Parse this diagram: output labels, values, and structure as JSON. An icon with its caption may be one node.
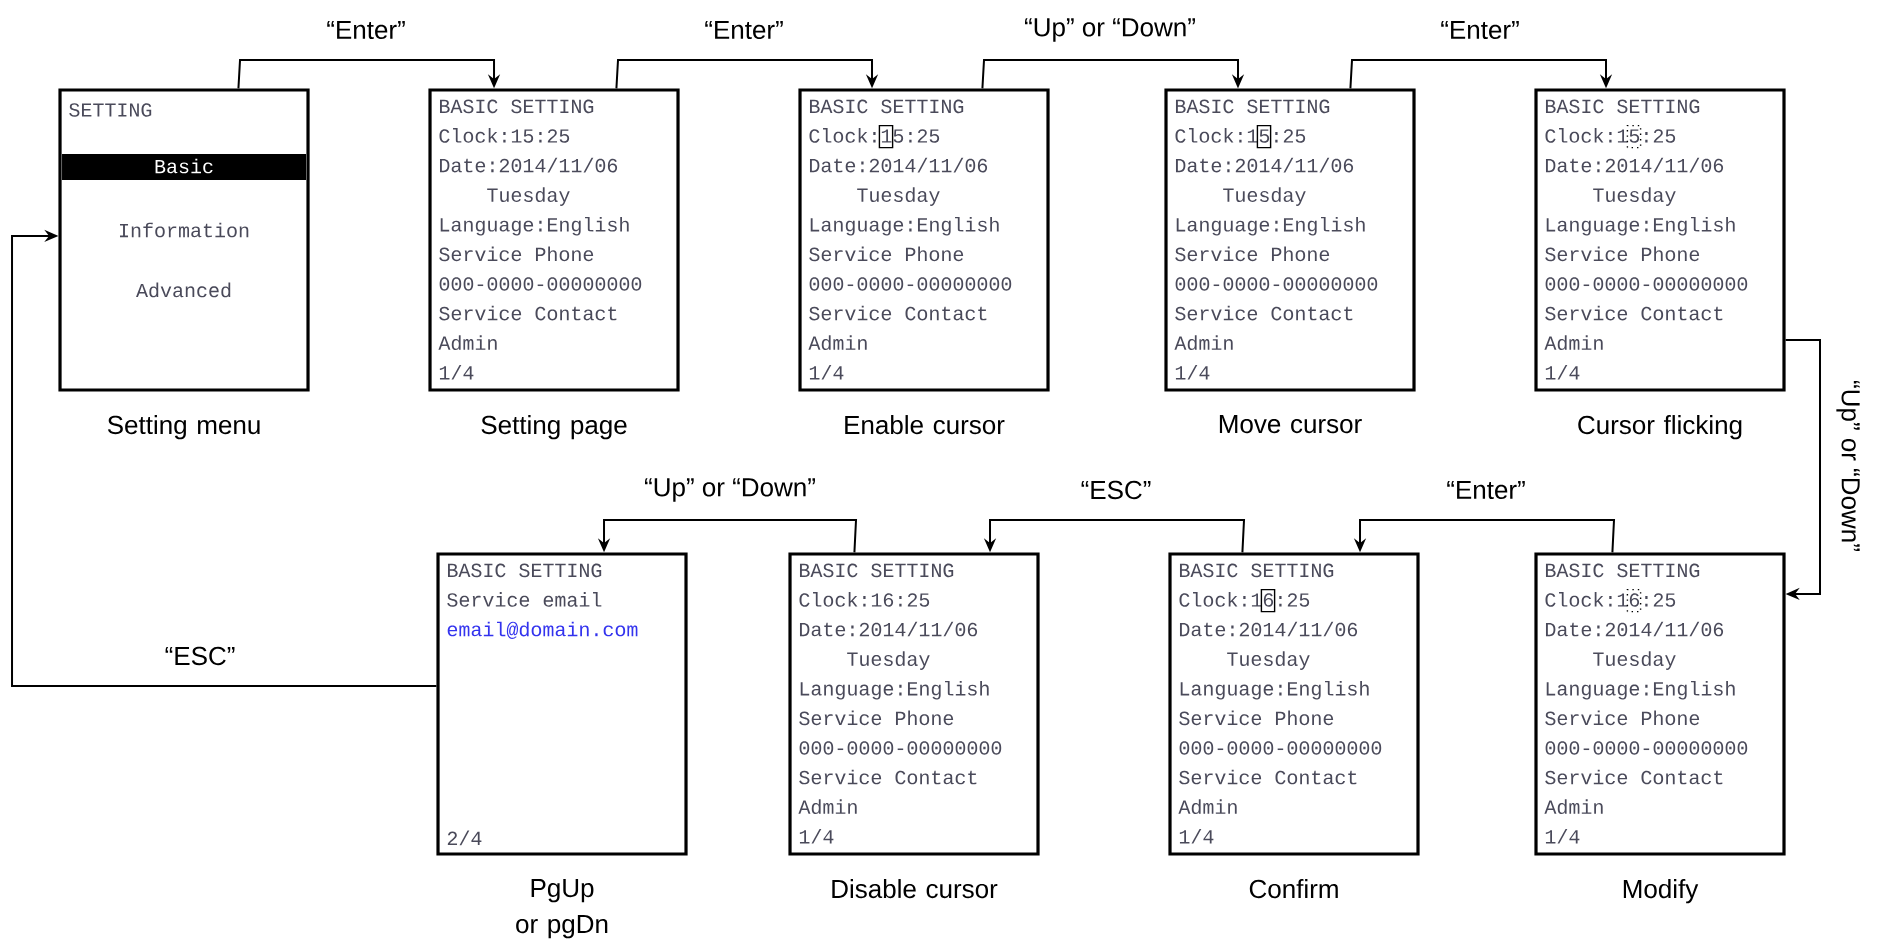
{
  "diagram": {
    "nodes": [
      {
        "text": [
          "SETTING",
          "Basic",
          "Information",
          "Advanced"
        ],
        "beside": [
          "Setting menu"
        ]
      },
      {
        "text": [
          "BASIC SETTING",
          "Clock:15:25",
          "Date:2014/11/06",
          "Tuesday",
          "Language:English",
          "Service Phone",
          "000-0000-00000000",
          "Service Contact",
          "Admin",
          "1/4"
        ],
        "beside": [
          "Setting page"
        ]
      },
      {
        "text": [
          "BASIC SETTING",
          "Clock:15:25",
          "Date:2014/11/06",
          "Tuesday",
          "Language:English",
          "Service Phone",
          "000-0000-00000000",
          "Service Contact",
          "Admin",
          "1/4"
        ],
        "beside": [
          "Enable cursor"
        ]
      },
      {
        "text": [
          "BASIC SETTING",
          "Clock:15:25",
          "Date:2014/11/06",
          "Tuesday",
          "Language:English",
          "Service Phone",
          "000-0000-00000000",
          "Service Contact",
          "Admin",
          "1/4"
        ],
        "beside": [
          "Move cursor"
        ]
      },
      {
        "text": [
          "BASIC SETTING",
          "Clock:15:25",
          "Date:2014/11/06",
          "Tuesday",
          "Language:English",
          "Service Phone",
          "000-0000-00000000",
          "Service Contact",
          "Admin",
          "1/4"
        ],
        "beside": [
          "Cursor flicking"
        ]
      },
      {
        "text": [
          "BASIC SETTING",
          "Service email",
          "email@domain.com",
          "2/4"
        ],
        "beside": [
          "PgUp or pgDn"
        ]
      },
      {
        "text": [
          "BASIC SETTING",
          "Clock:16:25",
          "Date:2014/11/06",
          "Tuesday",
          "Language:English",
          "Service Phone",
          "000-0000-00000000",
          "Service Contact",
          "Admin",
          "1/4"
        ],
        "beside": [
          "Disable cursor"
        ]
      },
      {
        "text": [
          "BASIC SETTING",
          "Clock:16:25",
          "Date:2014/11/06",
          "Tuesday",
          "Language:English",
          "Service Phone",
          "000-0000-00000000",
          "Service Contact",
          "Admin",
          "1/4"
        ],
        "beside": [
          "Confirm"
        ]
      },
      {
        "text": [
          "BASIC SETTING",
          "Clock:16:25",
          "Date:2014/11/06",
          "Tuesday",
          "Language:English",
          "Service Phone",
          "000-0000-00000000",
          "Service Contact",
          "Admin",
          "1/4"
        ],
        "beside": [
          "Modify"
        ]
      }
    ],
    "edges": [
      {
        "from": 0,
        "to": 1,
        "arrow": "to",
        "label": "“Enter”"
      },
      {
        "from": 1,
        "to": 2,
        "arrow": "to",
        "label": "“Enter”"
      },
      {
        "from": 2,
        "to": 3,
        "arrow": "to",
        "label": "“Up” or “Down”"
      },
      {
        "from": 3,
        "to": 4,
        "arrow": "to",
        "label": "“Enter”"
      },
      {
        "from": 4,
        "to": 8,
        "arrow": "to",
        "label": "“Up” or “Down”"
      },
      {
        "from": 8,
        "to": 7,
        "arrow": "to",
        "label": "“Enter”"
      },
      {
        "from": 7,
        "to": 6,
        "arrow": "to",
        "label": "“ESC”"
      },
      {
        "from": 6,
        "to": 5,
        "arrow": "to",
        "label": "“Up” or “Down”"
      },
      {
        "from": 5,
        "to": 0,
        "arrow": "to",
        "label": "“ESC”"
      }
    ]
  }
}
